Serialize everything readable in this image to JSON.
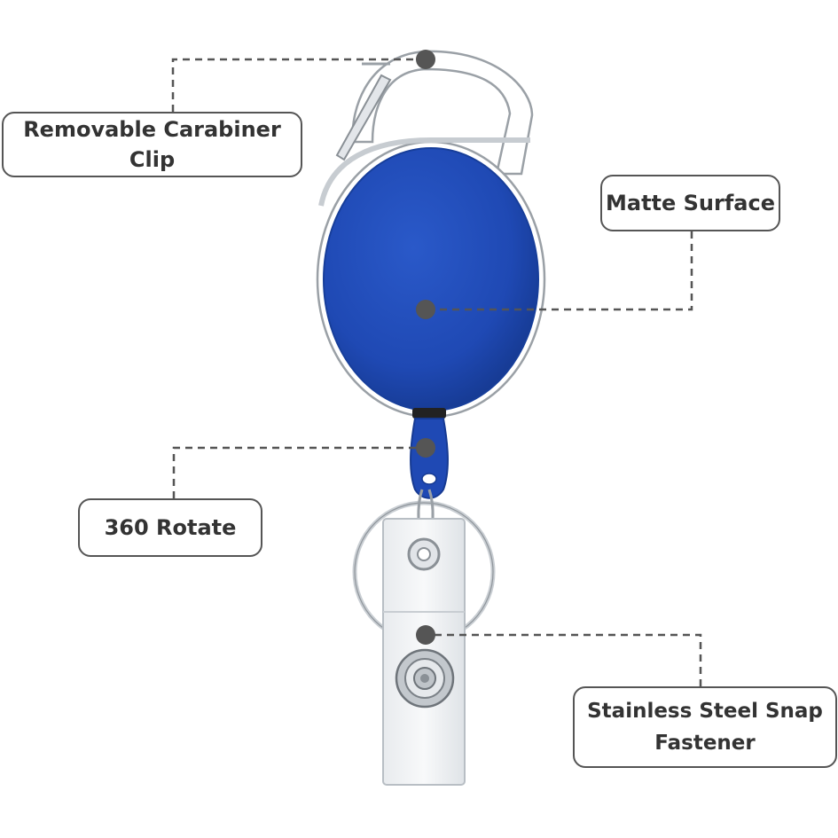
{
  "callouts": {
    "carabiner": "Removable Carabiner Clip",
    "matte": "Matte Surface",
    "rotate": "360 Rotate",
    "snap_line1": "Stainless Steel Snap",
    "snap_line2": "Fastener"
  },
  "colors": {
    "reel_blue": "#1f49b4",
    "metal": "#d9dde2",
    "callout_border": "#555555",
    "dot": "#555555"
  }
}
